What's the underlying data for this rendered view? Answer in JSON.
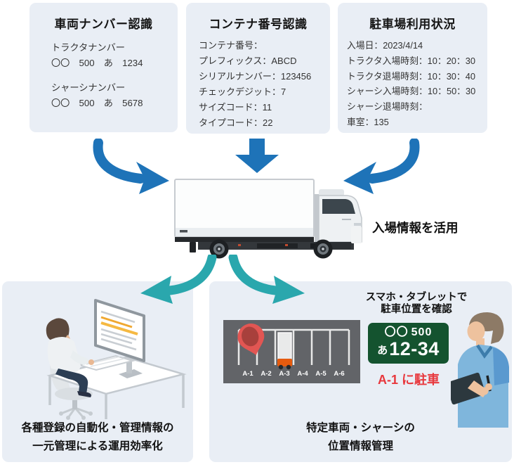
{
  "colors": {
    "card_bg": "#e9eef5",
    "arrow_blue": "#1e73b8",
    "arrow_teal": "#2aa7ad",
    "parking_panel": "#626468",
    "plate_green": "#14532f",
    "accent_red": "#e8383d",
    "trailer_orange": "#e55b0f"
  },
  "top_cards": [
    {
      "title": "車両ナンバー認識",
      "groups": [
        {
          "label": "トラクタナンバー",
          "value": "〇〇　500　あ　1234"
        },
        {
          "label": "シャーシナンバー",
          "value": "〇〇　500　あ　5678"
        }
      ]
    },
    {
      "title": "コンテナ番号認識",
      "lines": [
        "コンテナ番号：",
        "プレフィックス：ABCD",
        "シリアルナンバー：123456",
        "チェックデジット：7",
        "サイズコード：11",
        "タイプコード：22"
      ]
    },
    {
      "title": "駐車場利用状況",
      "lines": [
        "入場日：2023/4/14",
        "トラクタ入場時刻：10：20：30",
        "トラクタ退場時刻：10：30：40",
        "シャーシ入場時刻：10：50：30",
        "シャーシ退場時刻：",
        "車室：135"
      ]
    }
  ],
  "center": {
    "caption": "入場情報を活用"
  },
  "bottom_left": {
    "caption_line1": "各種登録の自動化・管理情報の",
    "caption_line2": "一元管理による運用効率化"
  },
  "bottom_right": {
    "note_line1": "スマホ・タブレットで",
    "note_line2": "駐車位置を確認",
    "parking": {
      "slots": [
        "A-1",
        "A-2",
        "A-3",
        "A-4",
        "A-5",
        "A-6"
      ],
      "pin_slot": "A-1",
      "occupied_slot": "A-3"
    },
    "plate": {
      "region": "〇〇",
      "class_no": "500",
      "hiragana": "あ",
      "number": "12-34"
    },
    "parked_note": "A-1 に駐車",
    "caption_line1": "特定車両・シャーシの",
    "caption_line2": "位置情報管理"
  }
}
